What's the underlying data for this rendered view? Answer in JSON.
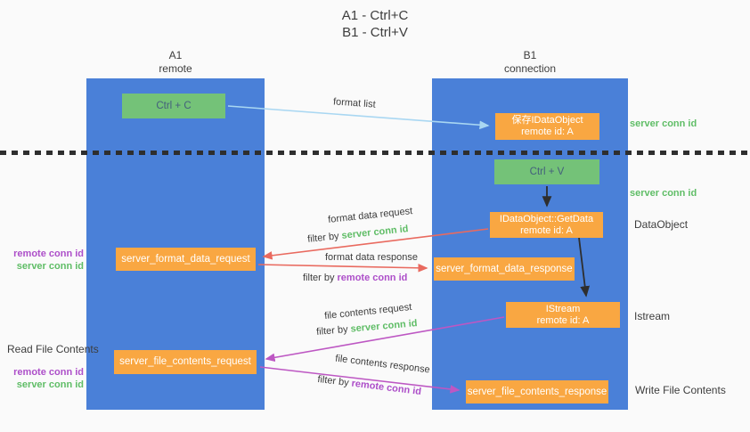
{
  "title": {
    "line1": "A1 - Ctrl+C",
    "line2": "B1 - Ctrl+V"
  },
  "columns": {
    "left": {
      "name": "A1",
      "role": "remote"
    },
    "right": {
      "name": "B1",
      "role": "connection"
    }
  },
  "nodes": {
    "ctrl_c": "Ctrl + C",
    "ctrl_v": "Ctrl + V",
    "save_dataobject": {
      "line1": "保存IDataObject",
      "line2": "remote id: A"
    },
    "getdata": {
      "line1": "IDataObject::GetData",
      "line2": "remote id: A"
    },
    "istream": {
      "line1": "IStream",
      "line2": "remote id: A"
    },
    "format_request": "server_format_data_request",
    "format_response": "server_format_data_response",
    "file_request": "server_file_contents_request",
    "file_response": "server_file_contents_response"
  },
  "arrow_labels": {
    "format_list": "format list",
    "format_data_request": "format data request",
    "filter_server_1": {
      "prefix": "filter by ",
      "value": "server conn id"
    },
    "format_data_response": "format data response",
    "filter_remote_1": {
      "prefix": "filter by ",
      "value": "remote conn id"
    },
    "file_contents_request": "file contents request",
    "filter_server_2": {
      "prefix": "filter by ",
      "value": "server conn id"
    },
    "file_contents_response": "file contents response",
    "filter_remote_2": {
      "prefix": "filter by ",
      "value": "remote conn id"
    }
  },
  "side_labels": {
    "server_conn_top": "server conn id",
    "server_conn_mid": "server conn id",
    "dataobject": "DataObject",
    "istream": "Istream",
    "write_file": "Write File Contents",
    "read_file": "Read File Contents",
    "remote_conn_left_1": "remote conn id",
    "server_conn_left_1": "server conn id",
    "remote_conn_left_2": "remote conn id",
    "server_conn_left_2": "server conn id"
  },
  "colors": {
    "panel_blue": "#4a80d8",
    "box_green": "#74c278",
    "box_orange": "#f9a742",
    "arrow_blue": "#a9d7f2",
    "arrow_red": "#e96a5f",
    "arrow_magenta": "#bd57c3",
    "arrow_black": "#2e2e2e",
    "text_green": "#5fbd66",
    "text_purple": "#ad4fc9",
    "text_dark": "#3d3d3d"
  }
}
